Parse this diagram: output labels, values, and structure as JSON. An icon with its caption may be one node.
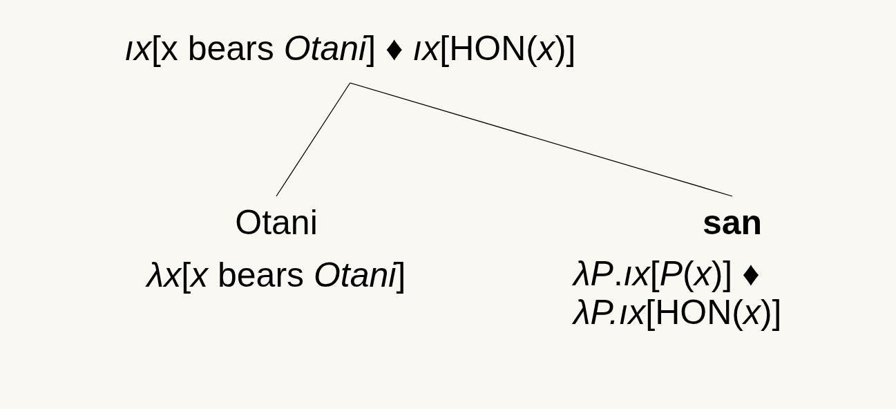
{
  "diagram": {
    "nodes": [
      {
        "text": [
          "*ıx*[x bears *Otani*] ♦ *ıx*[HON(*x*)]"
        ]
      },
      {
        "text": [
          "Otani",
          "*λx*[*x* bears *Otani*]"
        ]
      },
      {
        "text": [
          "san",
          "*λP*.*ıx*[*P*(*x*)] ♦ *λP.ıx*[HON(*x*)]"
        ]
      }
    ],
    "edges": [
      {
        "from": 0,
        "to": 1,
        "arrow": "none"
      },
      {
        "from": 0,
        "to": 2,
        "arrow": "none"
      }
    ]
  }
}
